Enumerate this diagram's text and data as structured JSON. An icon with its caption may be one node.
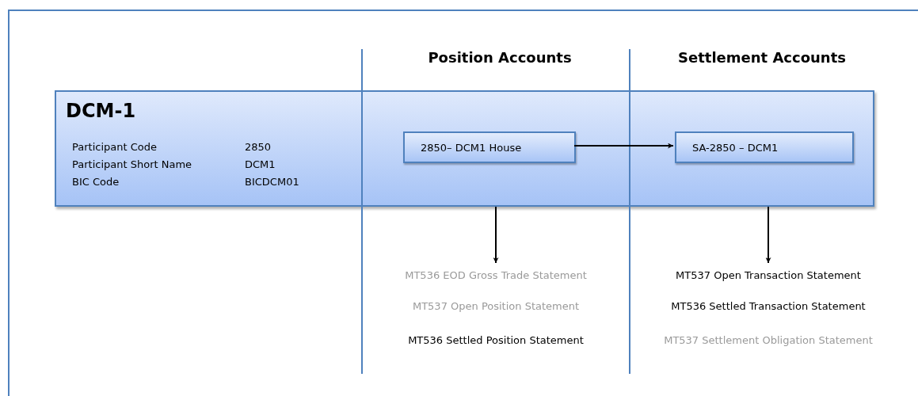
{
  "diagram": {
    "nodes": [
      {
        "text": [
          "DCM-1",
          "Participant Code",
          "2850",
          "Participant Short Name",
          "DCM1",
          "BIC Code",
          "BICDCM01"
        ]
      },
      {
        "text": [
          "2850– DCM1 House"
        ],
        "in": 0
      },
      {
        "text": [
          "SA-2850 – DCM1"
        ],
        "in": 0
      },
      {
        "text": [
          "MT536 EOD Gross Trade Statement",
          "MT537 Open Position Statement",
          "MT536 Settled Position Statement"
        ]
      },
      {
        "text": [
          "MT537 Open Transaction Statement",
          "MT536 Settled Transaction Statement",
          "MT537 Settlement Obligation Statement"
        ]
      }
    ],
    "edges": [
      {
        "from": 1,
        "to": 2,
        "arrow": "to"
      },
      {
        "from": 0,
        "to": 3,
        "arrow": "to"
      },
      {
        "from": 0,
        "to": 4,
        "arrow": "to"
      }
    ],
    "labels": [
      "Position Accounts",
      "Settlement Accounts"
    ]
  }
}
